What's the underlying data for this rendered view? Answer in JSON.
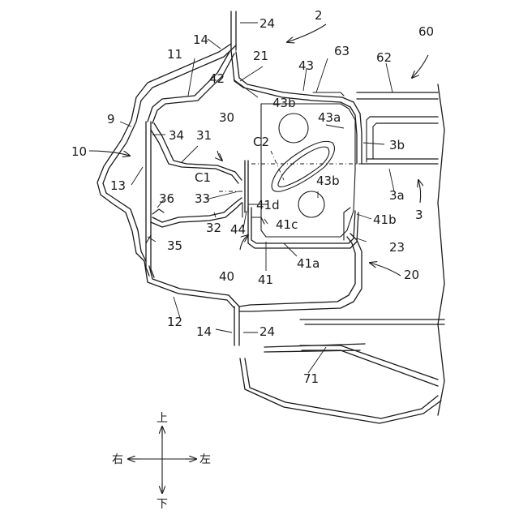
{
  "labels": {
    "n2": "2",
    "n3": "3",
    "n3a": "3a",
    "n3b": "3b",
    "n9": "9",
    "n10": "10",
    "n11": "11",
    "n12": "12",
    "n13": "13",
    "n14_top": "14",
    "n14_bot": "14",
    "n20": "20",
    "n21": "21",
    "n23": "23",
    "n24_top": "24",
    "n24_bot": "24",
    "n30": "30",
    "n31": "31",
    "n32": "32",
    "n33": "33",
    "n34": "34",
    "n35": "35",
    "n36": "36",
    "n40": "40",
    "n41": "41",
    "n41a": "41a",
    "n41b": "41b",
    "n41c": "41c",
    "n41d": "41d",
    "n42": "42",
    "n43": "43",
    "n43a": "43a",
    "n43b_top": "43b",
    "n43b_bot": "43b",
    "n44": "44",
    "n60": "60",
    "n62": "62",
    "n63": "63",
    "n71": "71",
    "c1": "C1",
    "c2": "C2"
  },
  "compass": {
    "up": "上",
    "down": "下",
    "right": "右",
    "left": "左"
  }
}
